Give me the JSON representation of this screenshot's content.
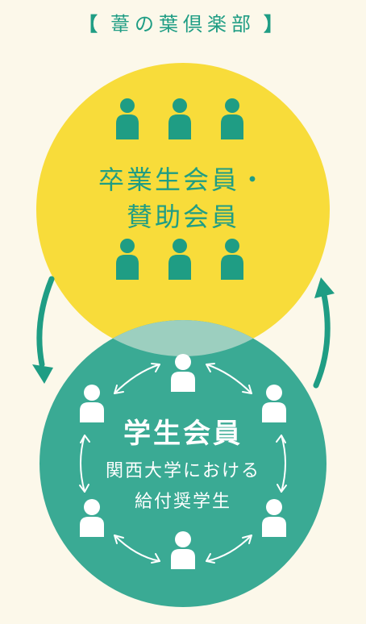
{
  "header": {
    "bracket_left": "【",
    "title": "葦の葉倶楽部",
    "bracket_right": "】"
  },
  "alumni": {
    "line1": "卒業生会員・",
    "line2": "賛助会員"
  },
  "students": {
    "title": "学生会員",
    "line1": "関西大学における",
    "line2": "給付奨学生"
  },
  "icons": {
    "alumni_member": "person-icon",
    "student_member": "person-icon",
    "cycle_arrow": "curved-arrow-icon",
    "exchange_arrow": "double-headed-arrow-icon"
  },
  "colors": {
    "background": "#fcf8ea",
    "yellow_circle": "#f8dc3a",
    "green_circle": "#3aaa94",
    "overlap": "#9ccfbf",
    "accent_green": "#1f9d84"
  }
}
